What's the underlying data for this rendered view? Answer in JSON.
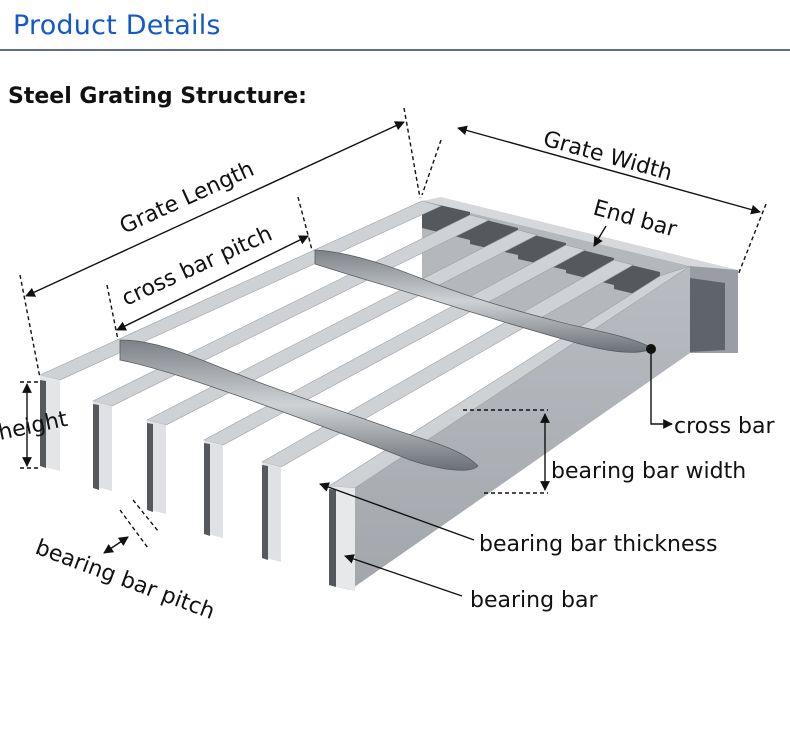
{
  "header": {
    "title": "Product Details"
  },
  "section": {
    "title": "Steel Grating Structure:"
  },
  "labels": {
    "grate_length": "Grate Length",
    "grate_width": "Grate Width",
    "cross_bar_pitch": "cross bar pitch",
    "end_bar": "End bar",
    "height": "height",
    "cross_bar": "cross bar",
    "bearing_bar_width": "bearing bar width",
    "bearing_bar_thickness": "bearing bar thickness",
    "bearing_bar": "bearing bar",
    "bearing_bar_pitch": "bearing bar pitch"
  },
  "colors": {
    "header": "#1558c9",
    "steel_top": "#cfd2d6",
    "steel_front": "#aeb2b7",
    "steel_dark": "#5f646a"
  }
}
